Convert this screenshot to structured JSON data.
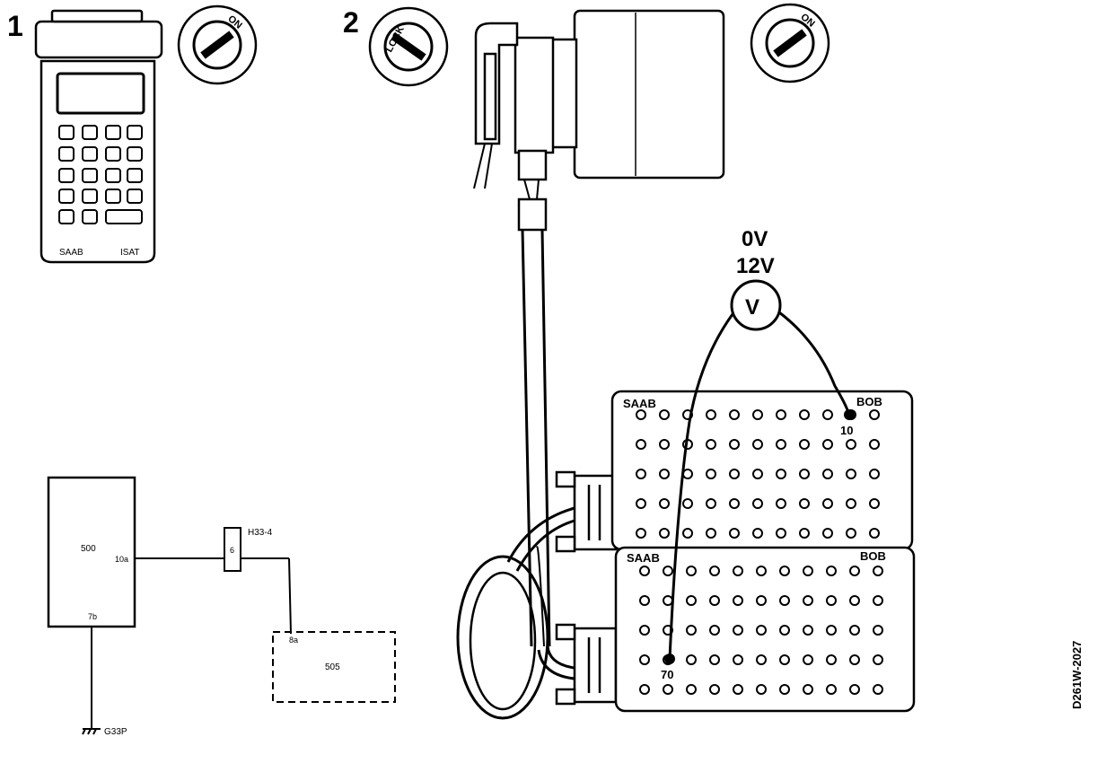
{
  "figure_id": "D261W-2027",
  "steps": [
    {
      "number": "1",
      "switch_label": "ON"
    },
    {
      "number": "2",
      "switch_label": "LOCK",
      "switch_label_2": "ON"
    }
  ],
  "tester": {
    "brand": "SAAB",
    "model": "ISAT"
  },
  "voltmeter": {
    "symbol": "V",
    "readings": [
      "0V",
      "12V"
    ]
  },
  "breakout_box": {
    "brand": "SAAB",
    "name": "BOB",
    "probe_pins": [
      "10",
      "70"
    ]
  },
  "schematic": {
    "unit_main": "500",
    "unit_main_pin_a": "10a",
    "unit_main_pin_b": "7b",
    "connector": "H33-4",
    "connector_pin": "6",
    "unit_secondary": "505",
    "unit_secondary_pin": "8a",
    "ground": "G33P"
  }
}
